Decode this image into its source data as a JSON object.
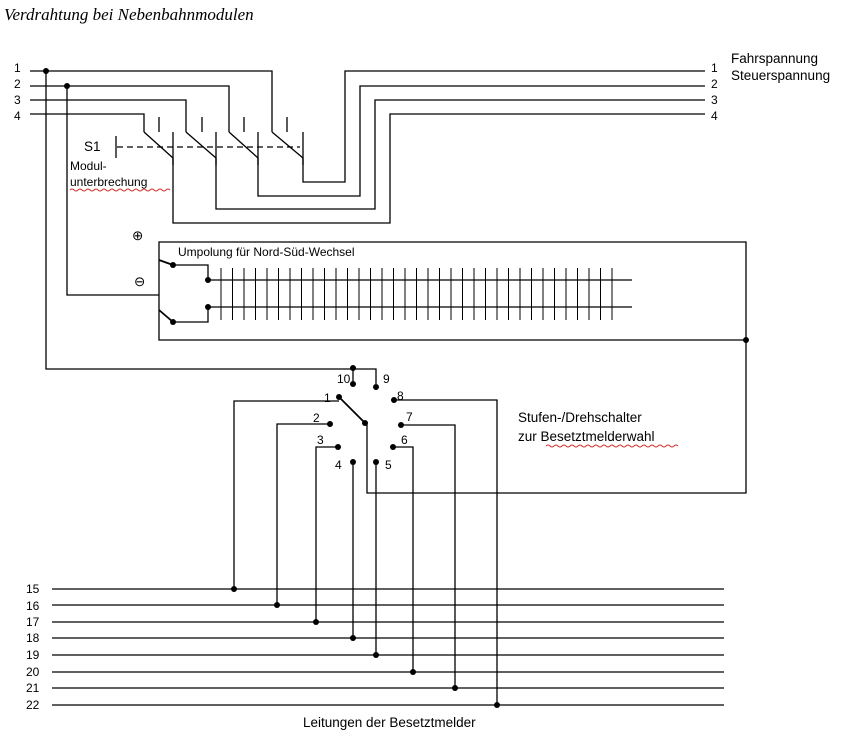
{
  "title": "Verdrahtung bei Nebenbahnmodulen",
  "left_bus_numbers": [
    "1",
    "2",
    "3",
    "4"
  ],
  "right_bus_numbers": [
    "1",
    "2",
    "3",
    "4"
  ],
  "right_bus_labels": [
    "Fahrspannung",
    "Steuerspannung"
  ],
  "s1_label": "S1",
  "s1_desc": [
    "Modul-",
    "unterbrechung"
  ],
  "plus_symbol": "⊕",
  "minus_symbol": "⊖",
  "polarity_label": "Umpolung für Nord-Süd-Wechsel",
  "rotary_positions": [
    "1",
    "2",
    "3",
    "4",
    "5",
    "6",
    "7",
    "8",
    "9",
    "10"
  ],
  "rotary_label": [
    "Stufen-/Drehschalter",
    "zur Besetztmelderwahl"
  ],
  "detector_line_numbers": [
    "15",
    "16",
    "17",
    "18",
    "19",
    "20",
    "21",
    "22"
  ],
  "detector_caption": "Leitungen der Besetztmelder",
  "colors": {
    "line": "#000000",
    "spellcheck": "#d03030"
  }
}
